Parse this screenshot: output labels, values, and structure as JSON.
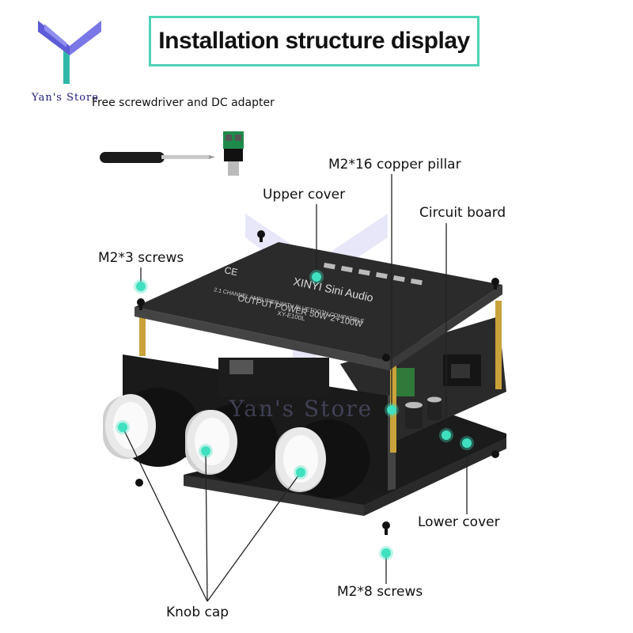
{
  "brand": {
    "store_name": "Yan's Store",
    "colors": {
      "logo_top": "#5d5bd6",
      "logo_bottom": "#2fb8a8",
      "accent": "#4fd3b7"
    }
  },
  "title": "Installation structure display",
  "accessories_caption": "Free screwdriver and DC adapter",
  "board": {
    "brand_line": "XINYI Sini Audio",
    "model_line1": "2.1 CHANNEL AMPLIFIER WITH BLUETOOTH COMPATIBLE",
    "model_line2": "OUTPUT POWER 50W*2+100W",
    "model_code": "XY-E100L"
  },
  "labels": {
    "m2_16_pillar": "M2*16 copper pillar",
    "upper_cover": "Upper cover",
    "circuit_board": "Circuit board",
    "m2_3_screws": "M2*3 screws",
    "lower_cover": "Lower cover",
    "m2_8_screws": "M2*8 screws",
    "knob_cap": "Knob cap"
  },
  "watermark": "Yan's Store"
}
